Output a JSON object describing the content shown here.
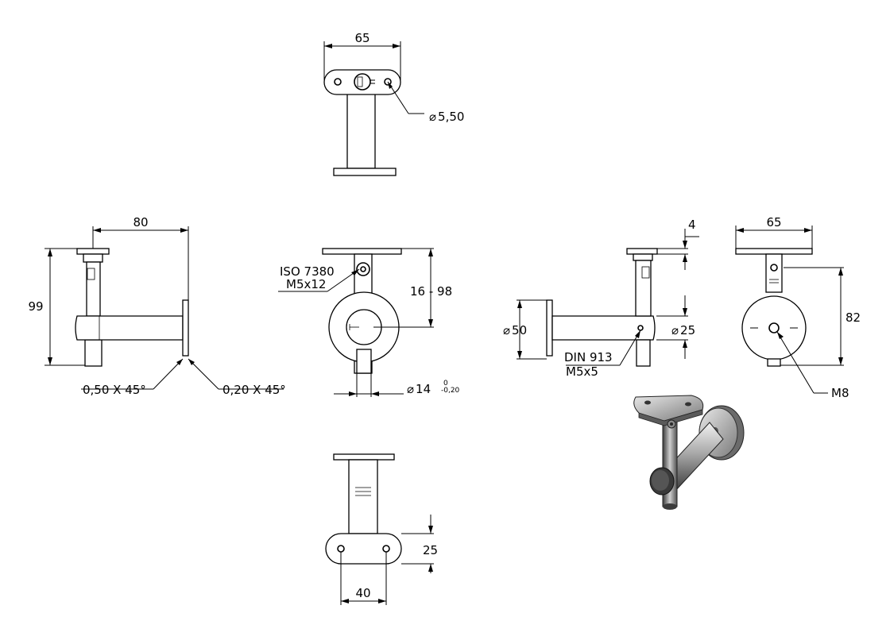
{
  "views": {
    "top": {
      "width": "65",
      "hole": "5,50"
    },
    "side": {
      "width": "80",
      "height": "99",
      "chamfer_left": "0,50 X 45°",
      "chamfer_right": "0,20 X 45°"
    },
    "front": {
      "screw_line1": "ISO 7380",
      "screw_line2": "M5x12",
      "adjust": "16 - 98",
      "diam": "14",
      "tol_upper": "0",
      "tol_lower": "-0,20"
    },
    "right_side": {
      "gap": "4",
      "base": "50",
      "tube": "25",
      "set_line1": "DIN 913",
      "set_line2": "M5x5"
    },
    "rear": {
      "width": "65",
      "height": "82",
      "thread": "M8"
    },
    "bottom": {
      "height": "25",
      "spacing": "40"
    }
  },
  "symbols": {
    "diameter": "⌀"
  },
  "colors": {
    "line": "#000000",
    "background": "#ffffff",
    "metal_light": "#d9d9d9",
    "metal_dark": "#4a4a4a"
  },
  "icons": {
    "iso_view": "bracket-3d-view-icon"
  }
}
